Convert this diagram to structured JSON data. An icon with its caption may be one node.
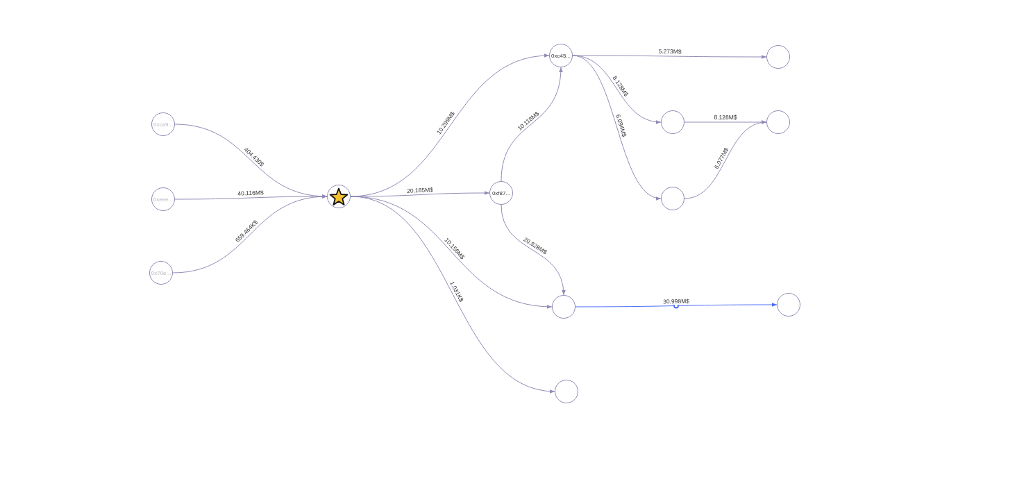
{
  "diagram": {
    "nodes": [
      {
        "text": [
          "0xca9..."
        ]
      },
      {
        "text": [
          "0xeee..."
        ]
      },
      {
        "text": [
          "0x70e..."
        ]
      },
      {
        "text": [],
        "shape": "circle"
      },
      {
        "text": [
          "0xc45..."
        ]
      },
      {
        "text": [
          "0xf87..."
        ]
      },
      {
        "text": [],
        "shape": "circle"
      },
      {
        "text": [],
        "shape": "circle"
      },
      {
        "text": [],
        "shape": "circle"
      },
      {
        "text": [],
        "shape": "circle"
      },
      {
        "text": [],
        "shape": "circle"
      },
      {
        "text": [],
        "shape": "circle"
      },
      {
        "text": [],
        "shape": "circle"
      }
    ],
    "edges": [
      {
        "from": 0,
        "to": 3,
        "arrow": "to",
        "label": "404.430$"
      },
      {
        "from": 1,
        "to": 3,
        "arrow": "to",
        "label": "40.116M$"
      },
      {
        "from": 2,
        "to": 3,
        "arrow": "to",
        "label": "659.464K$"
      },
      {
        "from": 3,
        "to": 4,
        "arrow": "to",
        "label": "10.299M$"
      },
      {
        "from": 3,
        "to": 5,
        "arrow": "to",
        "label": "20.185M$"
      },
      {
        "from": 3,
        "to": 10,
        "arrow": "to",
        "label": "10.156M$"
      },
      {
        "from": 3,
        "to": 12,
        "arrow": "to",
        "label": "1.031K$"
      },
      {
        "from": 5,
        "to": 4,
        "arrow": "to",
        "label": "10.118M$"
      },
      {
        "from": 5,
        "to": 10,
        "arrow": "to",
        "label": "20.828M$"
      },
      {
        "from": 4,
        "to": 8,
        "arrow": "to",
        "label": "5.273M$"
      },
      {
        "from": 4,
        "to": 6,
        "arrow": "to",
        "label": "8.128M$"
      },
      {
        "from": 4,
        "to": 7,
        "arrow": "to",
        "label": "6.094M$"
      },
      {
        "from": 6,
        "to": 9,
        "arrow": "to",
        "label": "8.128M$"
      },
      {
        "from": 7,
        "to": 9,
        "arrow": "to",
        "label": "6.077M$"
      },
      {
        "from": 10,
        "to": 11,
        "arrow": "to",
        "label": "30.998M$",
        "color": "#4a6cf7"
      }
    ]
  }
}
